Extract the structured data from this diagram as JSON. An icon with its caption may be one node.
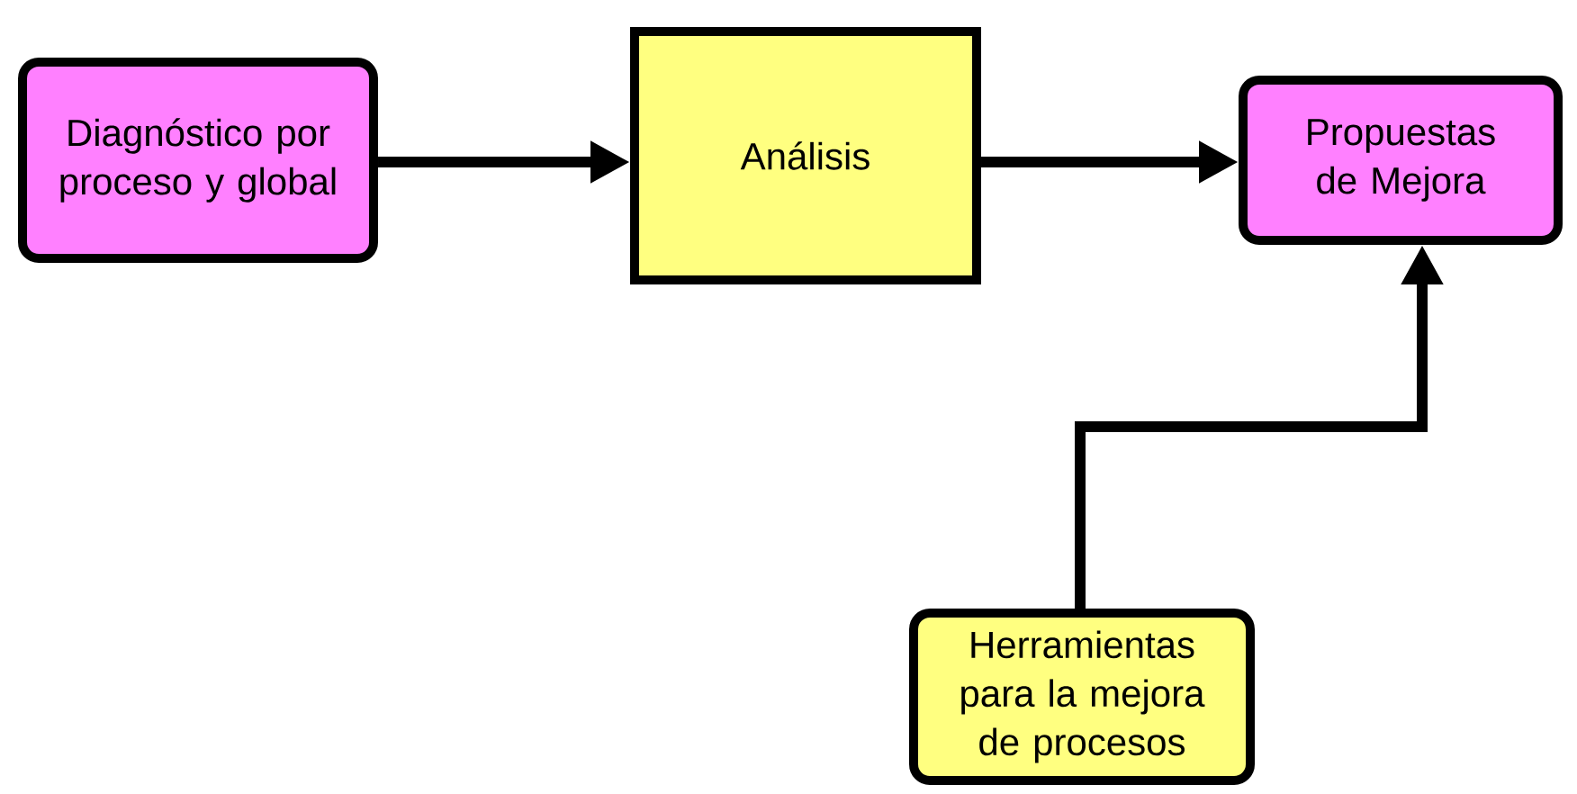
{
  "diagram": {
    "nodes": [
      {
        "text": [
          "Diagnóstico por proceso y global"
        ]
      },
      {
        "text": [
          "Análisis"
        ]
      },
      {
        "text": [
          "Propuestas de Mejora"
        ]
      },
      {
        "text": [
          "Herramientas para la mejora de procesos"
        ]
      }
    ],
    "edges": [
      {
        "from": 0,
        "to": 1,
        "arrow": "to"
      },
      {
        "from": 1,
        "to": 2,
        "arrow": "to"
      },
      {
        "from": 3,
        "to": 2,
        "arrow": "to"
      }
    ]
  }
}
